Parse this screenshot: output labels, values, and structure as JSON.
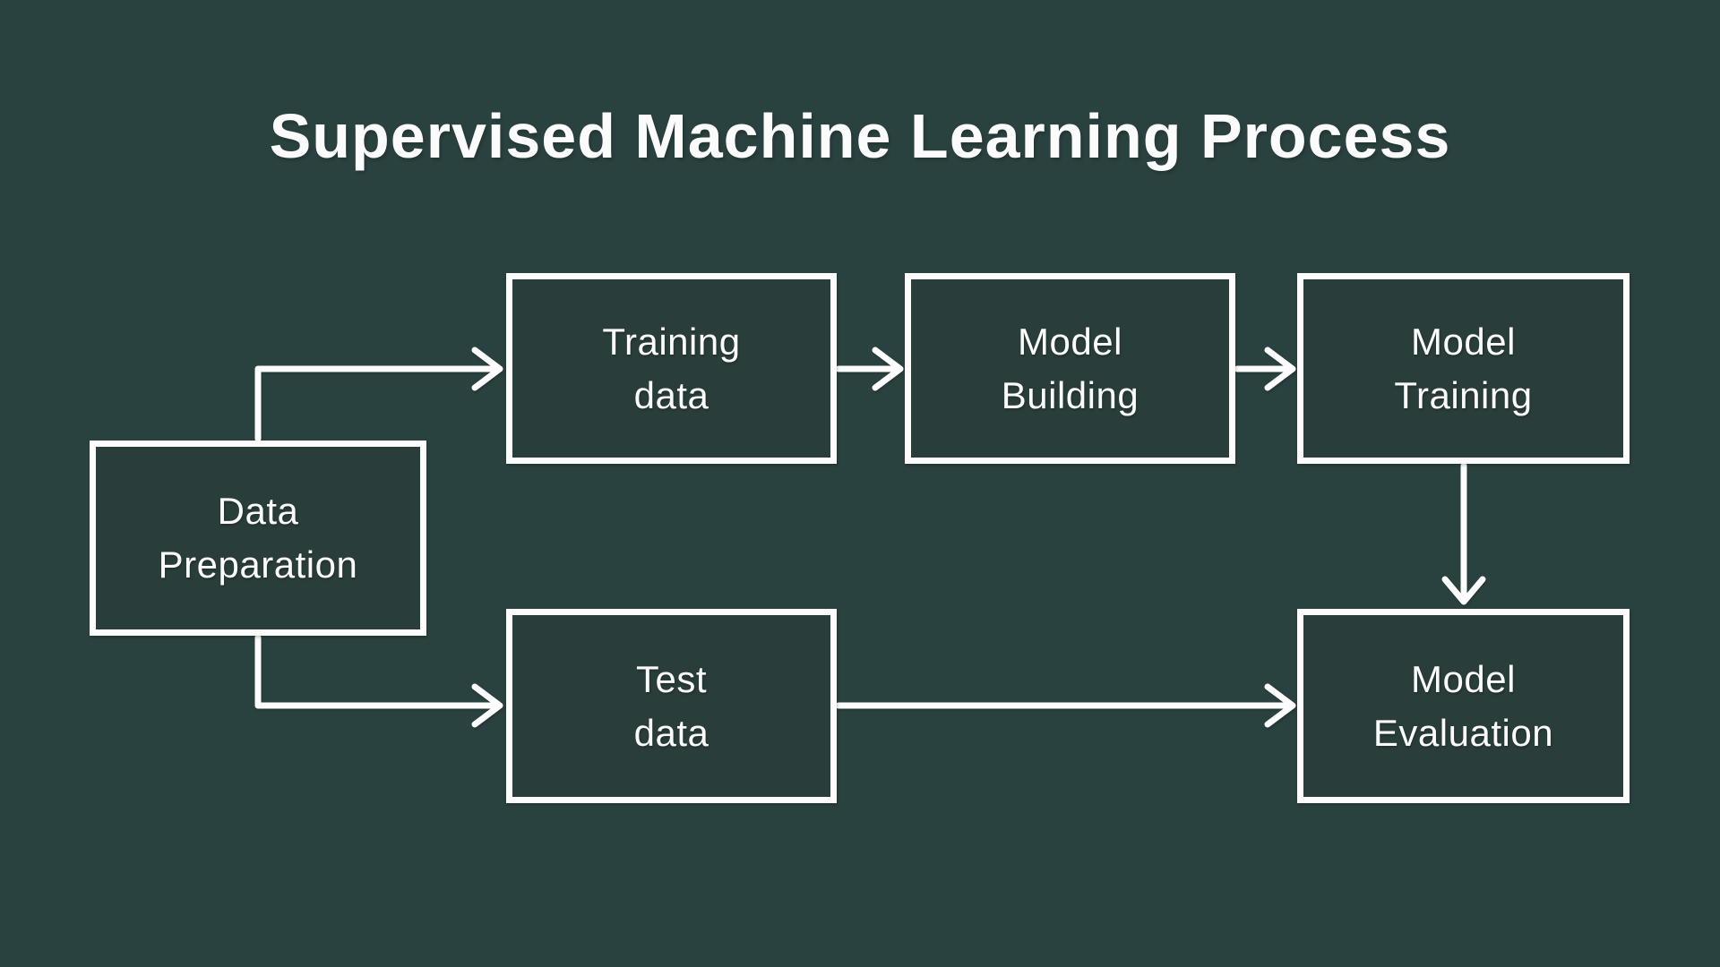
{
  "page": {
    "background_color": "#2A423F",
    "node_fill_color": "#293D3A",
    "line_color": "#FBFCFB",
    "text_color": "#FAFBFA"
  },
  "title": "Supervised Machine Learning Process",
  "diagram": {
    "nodes": [
      {
        "id": "data-preparation",
        "label": "Data Preparation",
        "label_lines": [
          "Data",
          "Preparation"
        ]
      },
      {
        "id": "training-data",
        "label": "Training data",
        "label_lines": [
          "Training",
          "data"
        ]
      },
      {
        "id": "model-building",
        "label": "Model Building",
        "label_lines": [
          "Model",
          "Building"
        ]
      },
      {
        "id": "model-training",
        "label": "Model Training",
        "label_lines": [
          "Model",
          "Training"
        ]
      },
      {
        "id": "test-data",
        "label": "Test data",
        "label_lines": [
          "Test",
          "data"
        ]
      },
      {
        "id": "model-evaluation",
        "label": "Model Evaluation",
        "label_lines": [
          "Model",
          "Evaluation"
        ]
      }
    ],
    "edges": [
      {
        "from": "data-preparation",
        "to": "training-data",
        "style": "elbow-up-right"
      },
      {
        "from": "training-data",
        "to": "model-building",
        "style": "straight-right"
      },
      {
        "from": "model-building",
        "to": "model-training",
        "style": "straight-right"
      },
      {
        "from": "model-training",
        "to": "model-evaluation",
        "style": "straight-down"
      },
      {
        "from": "data-preparation",
        "to": "test-data",
        "style": "elbow-down-right"
      },
      {
        "from": "test-data",
        "to": "model-evaluation",
        "style": "straight-right"
      }
    ],
    "arrowhead": "open-chevron"
  }
}
